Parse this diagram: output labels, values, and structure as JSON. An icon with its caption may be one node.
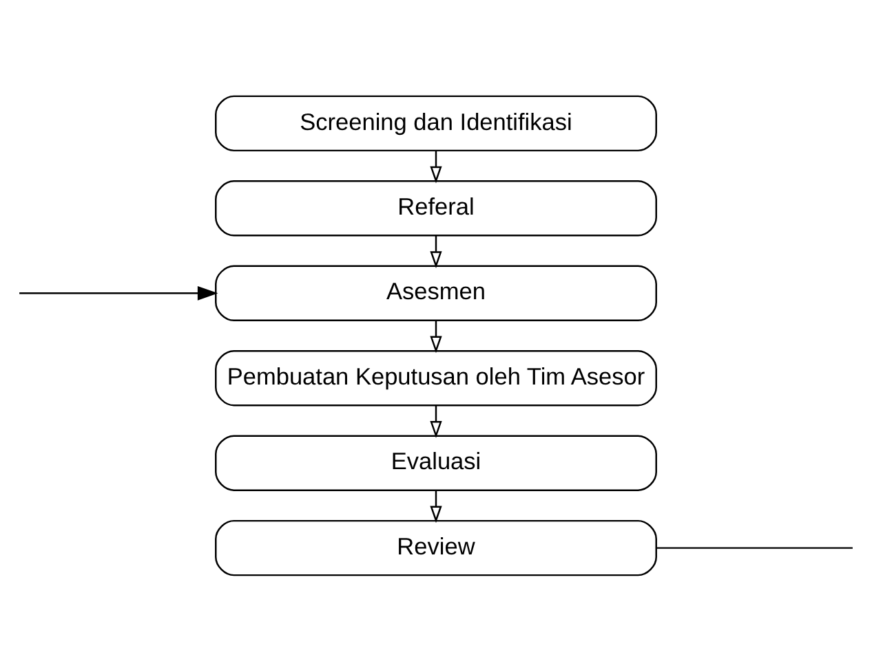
{
  "diagram": {
    "nodes": [
      {
        "text": [
          "Screening dan Identifikasi"
        ]
      },
      {
        "text": [
          "Referal"
        ]
      },
      {
        "text": [
          "Asesmen"
        ]
      },
      {
        "text": [
          "Pembuatan Keputusan oleh Tim Asesor"
        ]
      },
      {
        "text": [
          "Evaluasi"
        ]
      },
      {
        "text": [
          "Review"
        ]
      }
    ],
    "edges": [
      {
        "from": 0,
        "to": 1,
        "arrow": "to"
      },
      {
        "from": 1,
        "to": 2,
        "arrow": "to"
      },
      {
        "from": 2,
        "to": 3,
        "arrow": "to"
      },
      {
        "from": 3,
        "to": 4,
        "arrow": "to"
      },
      {
        "from": 4,
        "to": 5,
        "arrow": "to"
      },
      {
        "from": null,
        "to": 2,
        "arrow": "to"
      },
      {
        "from": 5,
        "to": null,
        "arrow": "none"
      }
    ]
  }
}
